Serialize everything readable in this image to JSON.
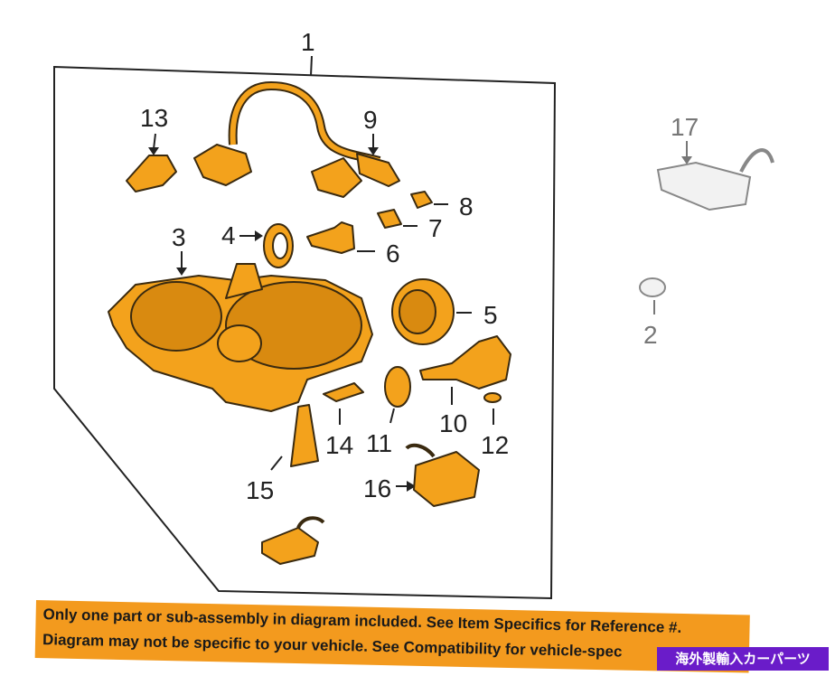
{
  "callouts": {
    "c1": "1",
    "c2": "2",
    "c3": "3",
    "c4": "4",
    "c5": "5",
    "c6": "6",
    "c7": "7",
    "c8": "8",
    "c9": "9",
    "c10": "10",
    "c11": "11",
    "c12": "12",
    "c13": "13",
    "c14": "14",
    "c15": "15",
    "c16": "16",
    "c17": "17"
  },
  "notice": {
    "line1": "Only one part or sub-assembly in diagram included. See Item Specifics for Reference #.",
    "line2": "Diagram may not be specific to your vehicle. See Compatibility for vehicle-spec"
  },
  "badge": {
    "label": "海外製輸入カーパーツ"
  },
  "colors": {
    "part": "#f3a21c",
    "banner": "#f39a1e",
    "badge": "#6a1cc9"
  }
}
